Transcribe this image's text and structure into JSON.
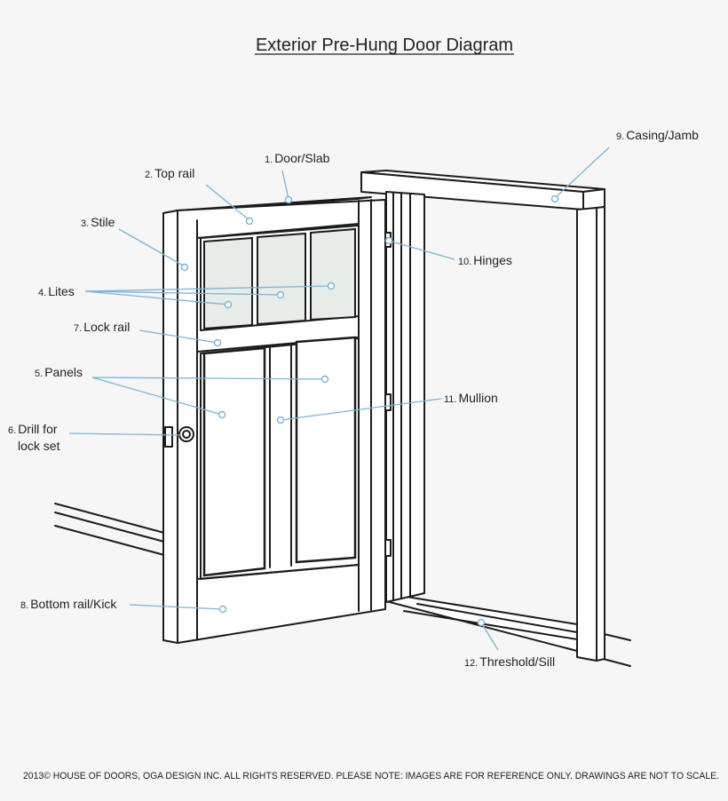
{
  "title": "Exterior Pre-Hung Door Diagram",
  "labels": [
    {
      "num": "1.",
      "text": "Door/Slab"
    },
    {
      "num": "2.",
      "text": "Top rail"
    },
    {
      "num": "3.",
      "text": "Stile"
    },
    {
      "num": "4.",
      "text": "Lites"
    },
    {
      "num": "7.",
      "text": "Lock rail"
    },
    {
      "num": "5.",
      "text": "Panels"
    },
    {
      "num": "6.",
      "text": "Drill for",
      "text2": "lock set"
    },
    {
      "num": "8.",
      "text": "Bottom rail/Kick"
    },
    {
      "num": "9.",
      "text": "Casing/Jamb"
    },
    {
      "num": "10.",
      "text": "Hinges"
    },
    {
      "num": "11.",
      "text": "Mullion"
    },
    {
      "num": "12.",
      "text": "Threshold/Sill"
    }
  ],
  "footer": "2013© HOUSE OF DOORS, OGA DESIGN INC. ALL RIGHTS RESERVED.  PLEASE NOTE: IMAGES ARE FOR REFERENCE ONLY. DRAWINGS ARE NOT TO SCALE.",
  "colors": {
    "leader": "#7eb3d6",
    "outline": "#1c1c1c",
    "glass": "#e7ece9",
    "background": "#f6f6f6"
  }
}
